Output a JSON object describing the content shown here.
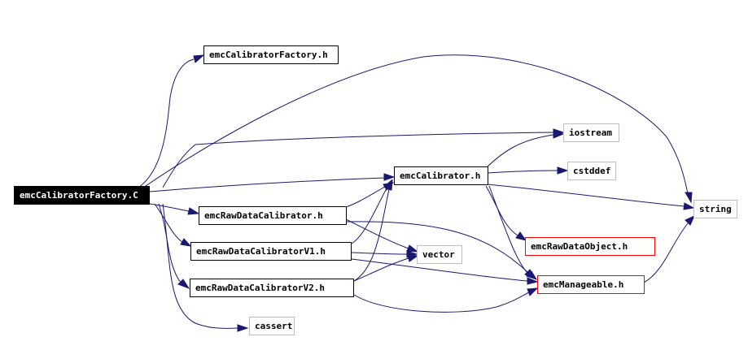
{
  "nodes": {
    "root": "emcCalibratorFactory.C",
    "factory_h": "emcCalibratorFactory.h",
    "iostream": "iostream",
    "calibrator_h": "emcCalibrator.h",
    "cstddef": "cstddef",
    "string": "string",
    "rawcal_h": "emcRawDataCalibrator.h",
    "rawcal_v1_h": "emcRawDataCalibratorV1.h",
    "vector": "vector",
    "rawobj_h": "emcRawDataObject.h",
    "rawcal_v2_h": "emcRawDataCalibratorV2.h",
    "manageable_h": "emcManageable.h",
    "cassert": "cassert"
  },
  "colors": {
    "edge": "#191970",
    "documented_border": "#000000",
    "undocumented_border": "#ff0000",
    "system_border": "#bfbfbf",
    "root_fill": "#000000"
  }
}
